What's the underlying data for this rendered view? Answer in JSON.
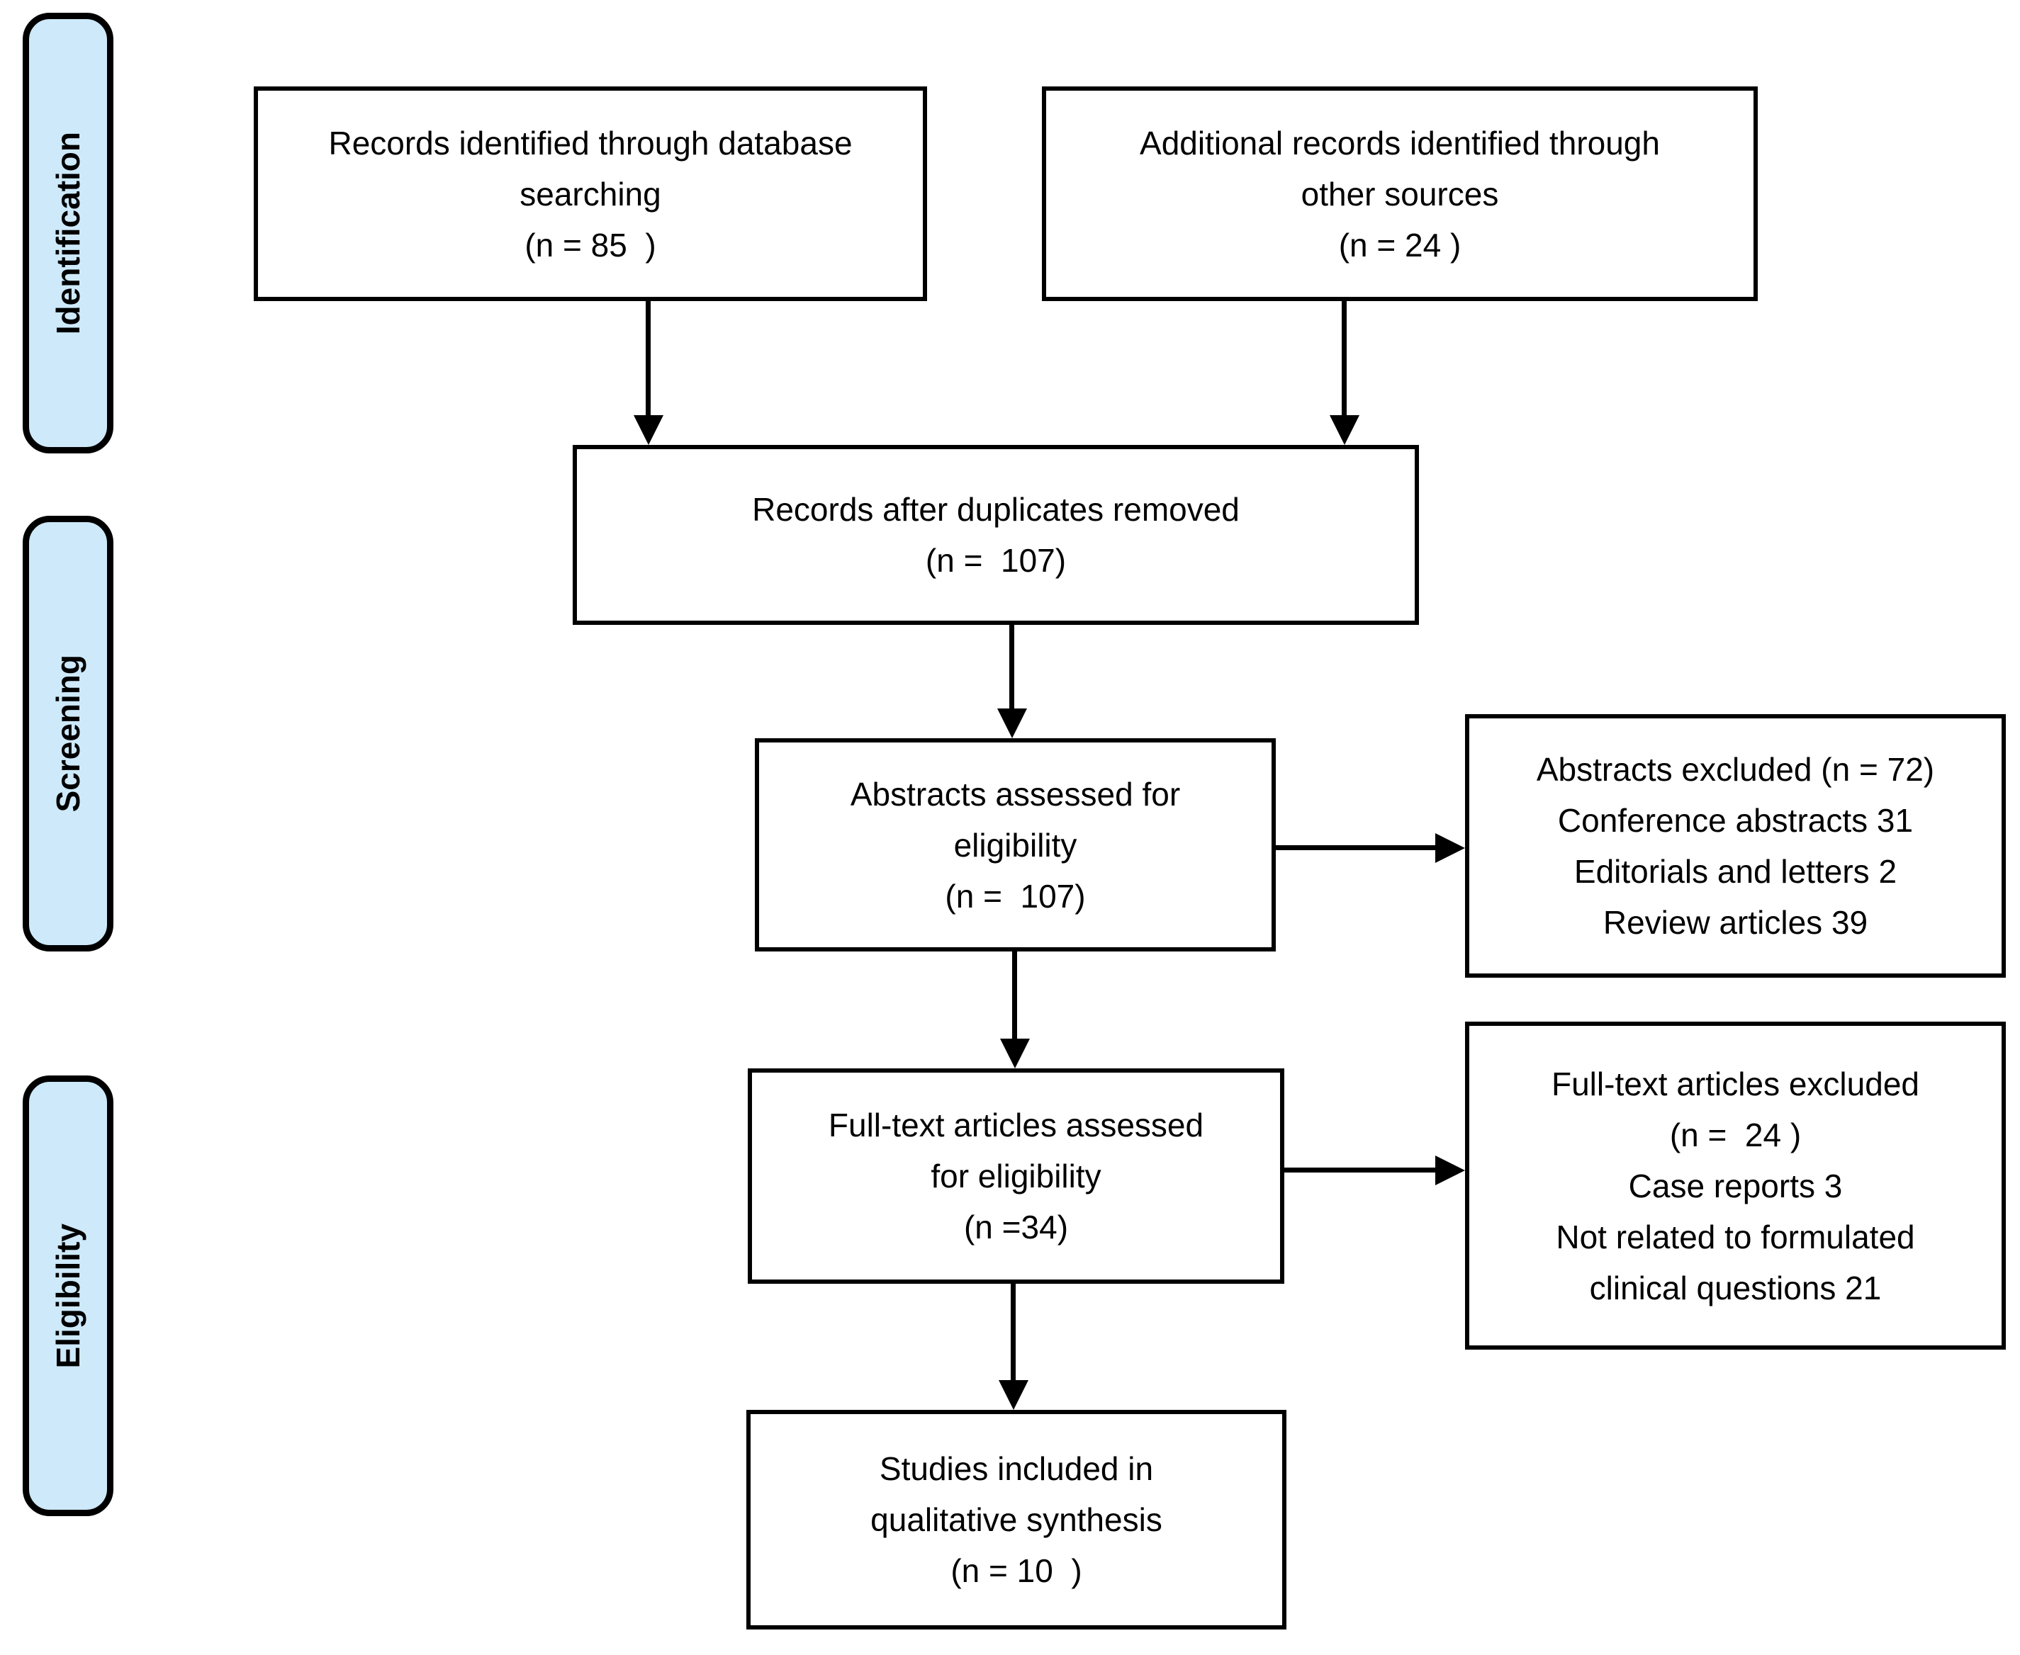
{
  "diagram_type": "PRISMA flow diagram",
  "colors": {
    "stage_fill": "#cde9fa",
    "line_color": "#000000",
    "box_fill": "#ffffff",
    "text_color": "#000000"
  },
  "sidebar": {
    "stages": [
      {
        "label": "Identification"
      },
      {
        "label": "Screening"
      },
      {
        "label": "Eligibility"
      }
    ]
  },
  "boxes": {
    "records_identified": {
      "lines": [
        "Records identified through database",
        "searching",
        "(n = 85  )"
      ]
    },
    "additional_records": {
      "lines": [
        "Additional records identified through",
        "other sources",
        "(n = 24 )"
      ]
    },
    "after_duplicates": {
      "lines": [
        "Records after duplicates removed",
        "(n =  107)"
      ]
    },
    "abstracts_assessed": {
      "lines": [
        "Abstracts assessed for",
        "eligibility",
        "(n =  107)"
      ]
    },
    "abstracts_excluded": {
      "lines": [
        "Abstracts excluded (n = 72)",
        "Conference abstracts 31",
        "Editorials and letters 2",
        "Review articles 39"
      ]
    },
    "fulltext_assessed": {
      "lines": [
        "Full-text articles assessed",
        "for eligibility",
        "(n =34)"
      ]
    },
    "fulltext_excluded": {
      "lines": [
        "Full-text articles excluded",
        "(n =  24 )",
        "Case reports 3",
        "Not related to formulated",
        "clinical questions 21"
      ]
    },
    "studies_included": {
      "lines": [
        "Studies included in",
        "qualitative synthesis",
        "(n = 10  )"
      ]
    }
  }
}
